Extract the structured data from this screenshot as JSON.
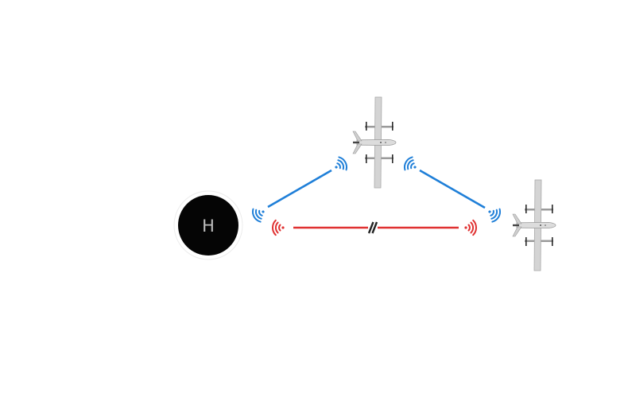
{
  "home_station": {
    "label": "H",
    "fill_color": "#050505",
    "label_color": "#bdbdbd",
    "icon": "home-base-icon"
  },
  "links": [
    {
      "from": "home_station",
      "to": "relay_drone",
      "status": "connected",
      "color": "#1f7fd8"
    },
    {
      "from": "relay_drone",
      "to": "remote_drone",
      "status": "connected",
      "color": "#1f7fd8"
    },
    {
      "from": "home_station",
      "to": "remote_drone",
      "status": "broken",
      "color": "#e03131"
    }
  ],
  "icons": {
    "drone": "vtol-drone-icon",
    "signal": "wireless-signal-icon",
    "break": "link-break-icon"
  },
  "colors": {
    "background": "#ffffff",
    "drone_body": "#d4d4d4",
    "drone_edge": "#a9a9a9",
    "rotor": "#2a2a2a"
  }
}
